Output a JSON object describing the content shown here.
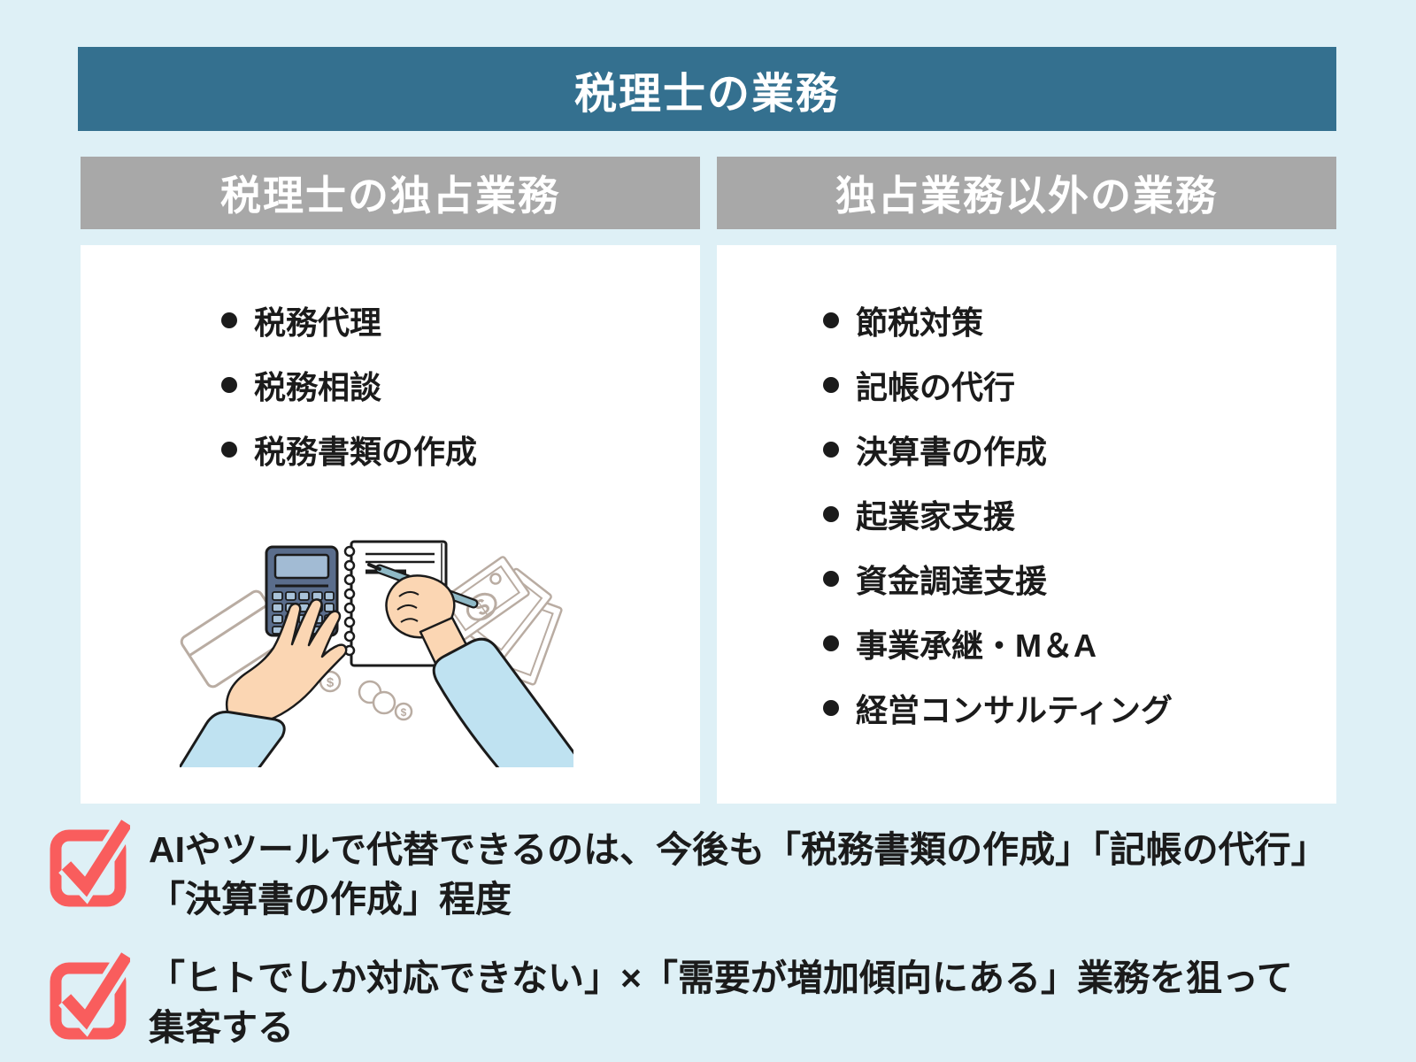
{
  "colors": {
    "background": "#def0f6",
    "title_bar": "#34708f",
    "column_header": "#a8a8a8",
    "panel": "#ffffff",
    "text": "#1b1b1b",
    "checkbox_red": "#f95d5d"
  },
  "title_bar": {
    "label": "税理士の業務"
  },
  "columns": [
    {
      "header": "税理士の独占業務",
      "items": [
        "税務代理",
        "税務相談",
        "税務書類の作成"
      ],
      "illustration": "hands-using-calculator-and-writing-in-notebook-with-money"
    },
    {
      "header": "独占業務以外の業務",
      "items": [
        "節税対策",
        "記帳の代行",
        "決算書の作成",
        "起業家支援",
        "資金調達支援",
        "事業承継・M＆A",
        "経営コンサルティング"
      ]
    }
  ],
  "notes": [
    {
      "icon": "red-checkbox",
      "lines": [
        "AIやツールで代替できるのは、今後も「税務書類の作成」「記帳の代行」",
        "「決算書の作成」程度"
      ]
    },
    {
      "icon": "red-checkbox",
      "lines": [
        "「ヒトでしか対応できない」×「需要が増加傾向にある」業務を狙って",
        "集客する"
      ]
    }
  ]
}
